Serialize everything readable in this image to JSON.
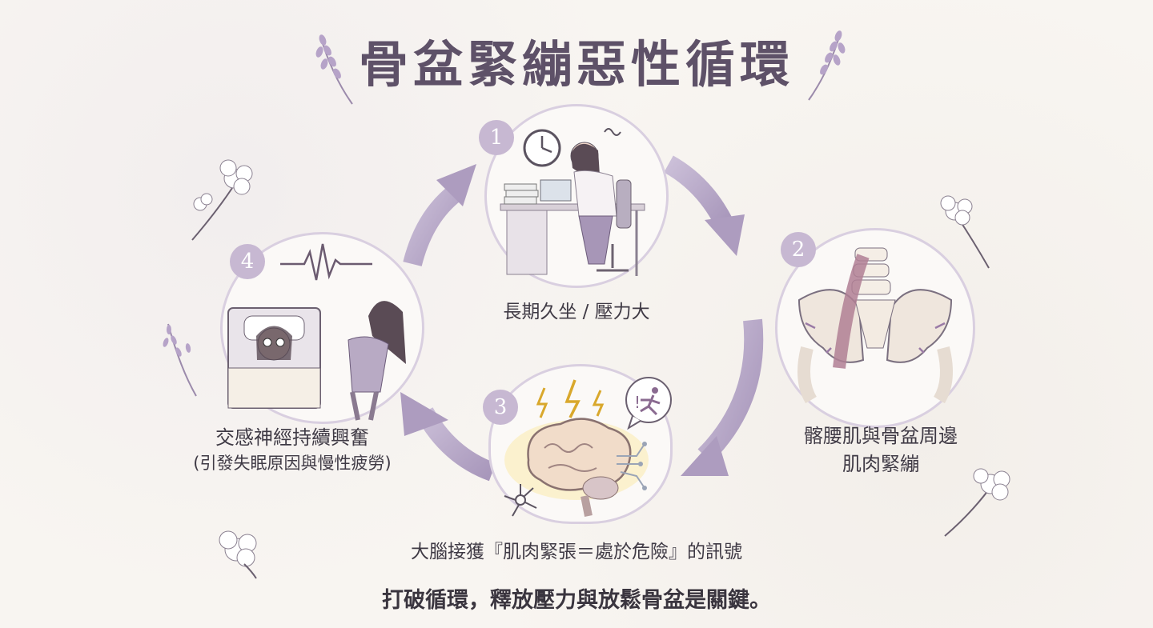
{
  "title": "骨盆緊繃惡性循環",
  "steps": [
    {
      "number": "1",
      "label": "長期久坐 / 壓力大"
    },
    {
      "number": "2",
      "label_line1": "髂腰肌與骨盆周邊",
      "label_line2": "肌肉緊繃"
    },
    {
      "number": "3",
      "label": "大腦接獲『肌肉緊張＝處於危險』的訊號"
    },
    {
      "number": "4",
      "label_line1": "交感神經持續興奮",
      "label_line2": "(引發失眠原因與慢性疲勞)"
    }
  ],
  "footer": "打破循環，釋放壓力與放鬆骨盆是關鍵。",
  "colors": {
    "accent": "#c7b8d2",
    "arrow": "#b9a9c8",
    "title": "#5e5168",
    "background": "#f8f5f1"
  },
  "icons": [
    "clock-icon",
    "lightning-icon",
    "running-person-icon",
    "brain-icon",
    "pelvis-icon",
    "heartbeat-icon",
    "cotton-flower-icon",
    "lavender-icon"
  ]
}
